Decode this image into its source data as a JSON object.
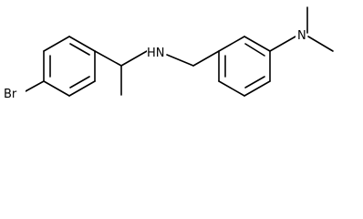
{
  "structure": {
    "atom_labels": {
      "bromine": "Br",
      "amine": "HN",
      "dimethylamine": "N"
    },
    "colors": {
      "bond": "#000000",
      "background": "#ffffff"
    }
  }
}
